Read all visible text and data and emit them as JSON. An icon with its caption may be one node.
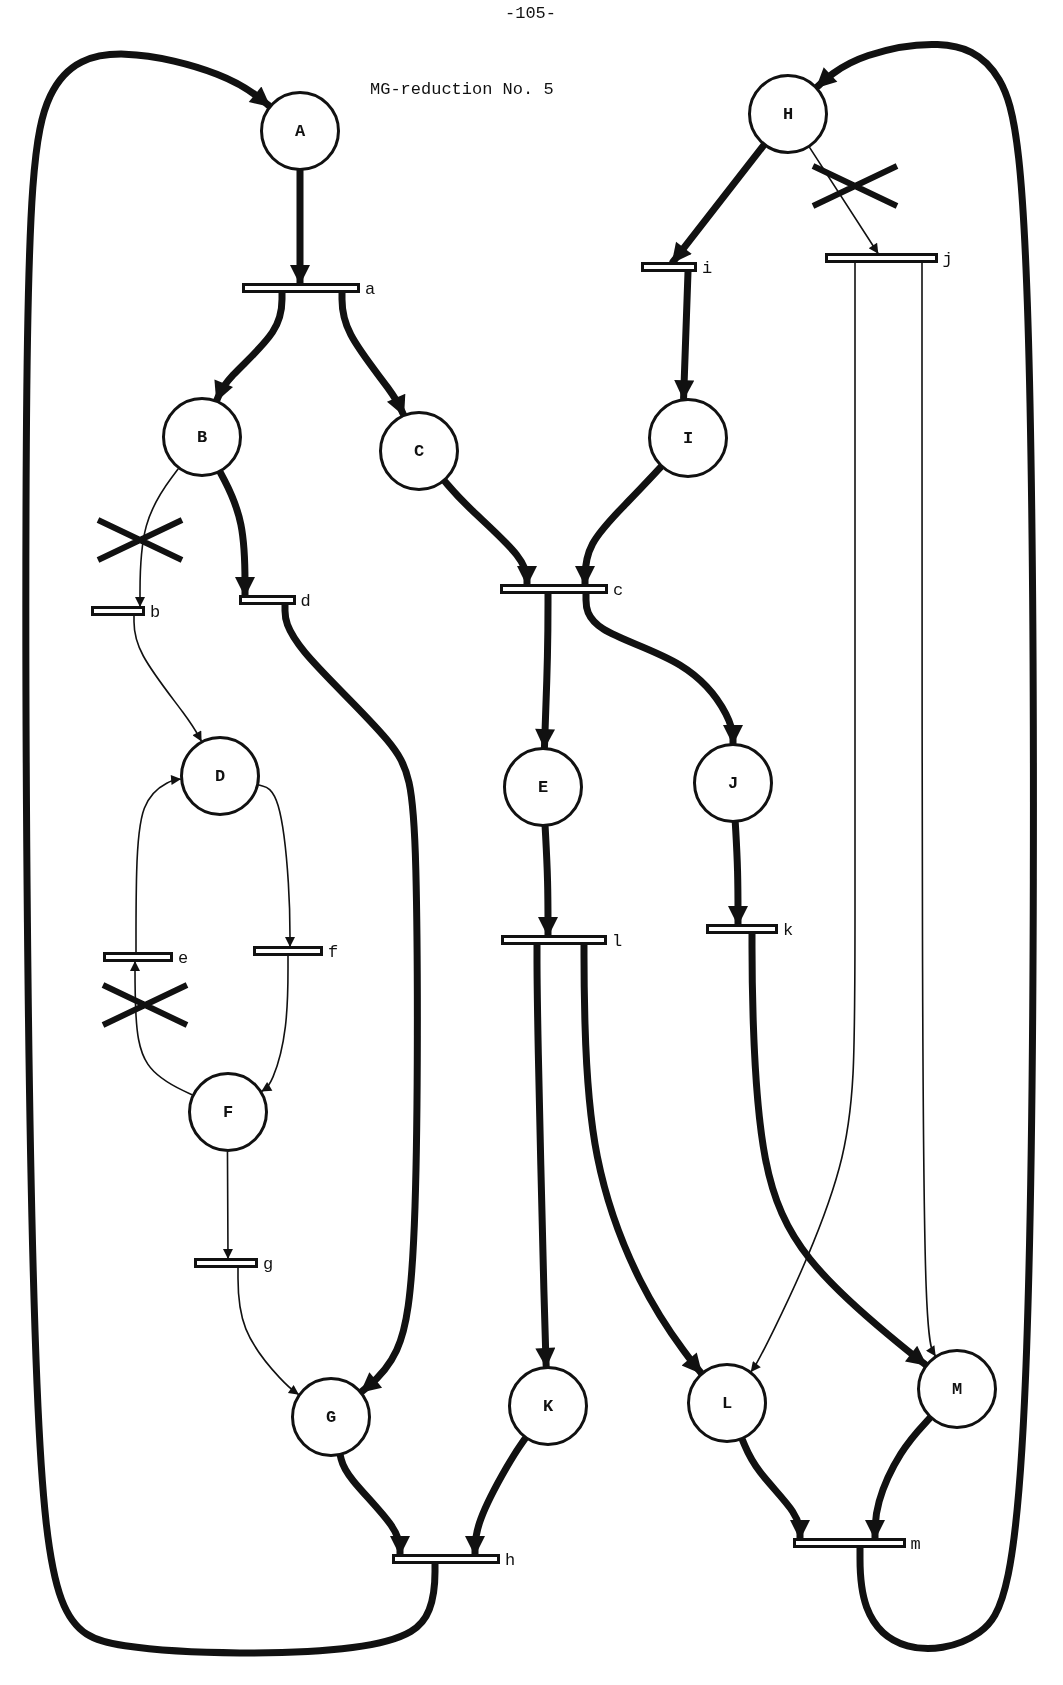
{
  "diagram": {
    "title": "MG-reduction No. 5",
    "nodes": [
      {
        "text": [
          "A"
        ]
      },
      {
        "text": [
          "H"
        ]
      },
      {
        "text": [],
        "shape": "bar",
        "beside": [
          "a"
        ]
      },
      {
        "text": [],
        "shape": "bar",
        "beside": [
          "i"
        ]
      },
      {
        "text": [],
        "shape": "bar",
        "beside": [
          "j"
        ]
      },
      {
        "text": [
          "B"
        ]
      },
      {
        "text": [
          "C"
        ]
      },
      {
        "text": [
          "I"
        ]
      },
      {
        "text": [],
        "shape": "bar",
        "beside": [
          "b"
        ]
      },
      {
        "text": [],
        "shape": "bar",
        "beside": [
          "d"
        ]
      },
      {
        "text": [],
        "shape": "bar",
        "beside": [
          "c"
        ]
      },
      {
        "text": [
          "D"
        ]
      },
      {
        "text": [
          "E"
        ]
      },
      {
        "text": [
          "J"
        ]
      },
      {
        "text": [],
        "shape": "bar",
        "beside": [
          "e"
        ]
      },
      {
        "text": [],
        "shape": "bar",
        "beside": [
          "f"
        ]
      },
      {
        "text": [],
        "shape": "bar",
        "beside": [
          "l"
        ]
      },
      {
        "text": [],
        "shape": "bar",
        "beside": [
          "k"
        ]
      },
      {
        "text": [
          "F"
        ]
      },
      {
        "text": [],
        "shape": "bar",
        "beside": [
          "g"
        ]
      },
      {
        "text": [
          "G"
        ]
      },
      {
        "text": [
          "K"
        ]
      },
      {
        "text": [
          "L"
        ]
      },
      {
        "text": [
          "M"
        ]
      },
      {
        "text": [],
        "shape": "bar",
        "beside": [
          "h"
        ]
      },
      {
        "text": [],
        "shape": "bar",
        "beside": [
          "m"
        ]
      }
    ],
    "edges": [
      {
        "from": 0,
        "to": 2,
        "arrow": "to"
      },
      {
        "from": 2,
        "to": 5,
        "arrow": "to"
      },
      {
        "from": 2,
        "to": 6,
        "arrow": "to"
      },
      {
        "from": 1,
        "to": 3,
        "arrow": "to"
      },
      {
        "from": 1,
        "to": 4,
        "arrow": "to"
      },
      {
        "from": 3,
        "to": 7,
        "arrow": "to"
      },
      {
        "from": 5,
        "to": 8,
        "arrow": "to"
      },
      {
        "from": 5,
        "to": 9,
        "arrow": "to"
      },
      {
        "from": 6,
        "to": 10,
        "arrow": "to"
      },
      {
        "from": 7,
        "to": 10,
        "arrow": "to"
      },
      {
        "from": 8,
        "to": 11,
        "arrow": "to"
      },
      {
        "from": 9,
        "to": 20,
        "arrow": "to"
      },
      {
        "from": 10,
        "to": 12,
        "arrow": "to"
      },
      {
        "from": 10,
        "to": 13,
        "arrow": "to"
      },
      {
        "from": 11,
        "to": 15,
        "arrow": "to"
      },
      {
        "from": 15,
        "to": 18,
        "arrow": "to"
      },
      {
        "from": 18,
        "to": 14,
        "arrow": "to"
      },
      {
        "from": 14,
        "to": 11,
        "arrow": "to"
      },
      {
        "from": 18,
        "to": 19,
        "arrow": "to"
      },
      {
        "from": 19,
        "to": 20,
        "arrow": "to"
      },
      {
        "from": 12,
        "to": 16,
        "arrow": "to"
      },
      {
        "from": 13,
        "to": 17,
        "arrow": "to"
      },
      {
        "from": 16,
        "to": 21,
        "arrow": "to"
      },
      {
        "from": 16,
        "to": 22,
        "arrow": "to"
      },
      {
        "from": 17,
        "to": 23,
        "arrow": "to"
      },
      {
        "from": 4,
        "to": 22,
        "arrow": "to"
      },
      {
        "from": 4,
        "to": 23,
        "arrow": "to"
      },
      {
        "from": 20,
        "to": 24,
        "arrow": "to"
      },
      {
        "from": 21,
        "to": 24,
        "arrow": "to"
      },
      {
        "from": 22,
        "to": 25,
        "arrow": "to"
      },
      {
        "from": 23,
        "to": 25,
        "arrow": "to"
      },
      {
        "from": 24,
        "to": 0,
        "arrow": "to"
      },
      {
        "from": 25,
        "to": 1,
        "arrow": "to"
      }
    ],
    "labels": [
      "-105-"
    ]
  }
}
